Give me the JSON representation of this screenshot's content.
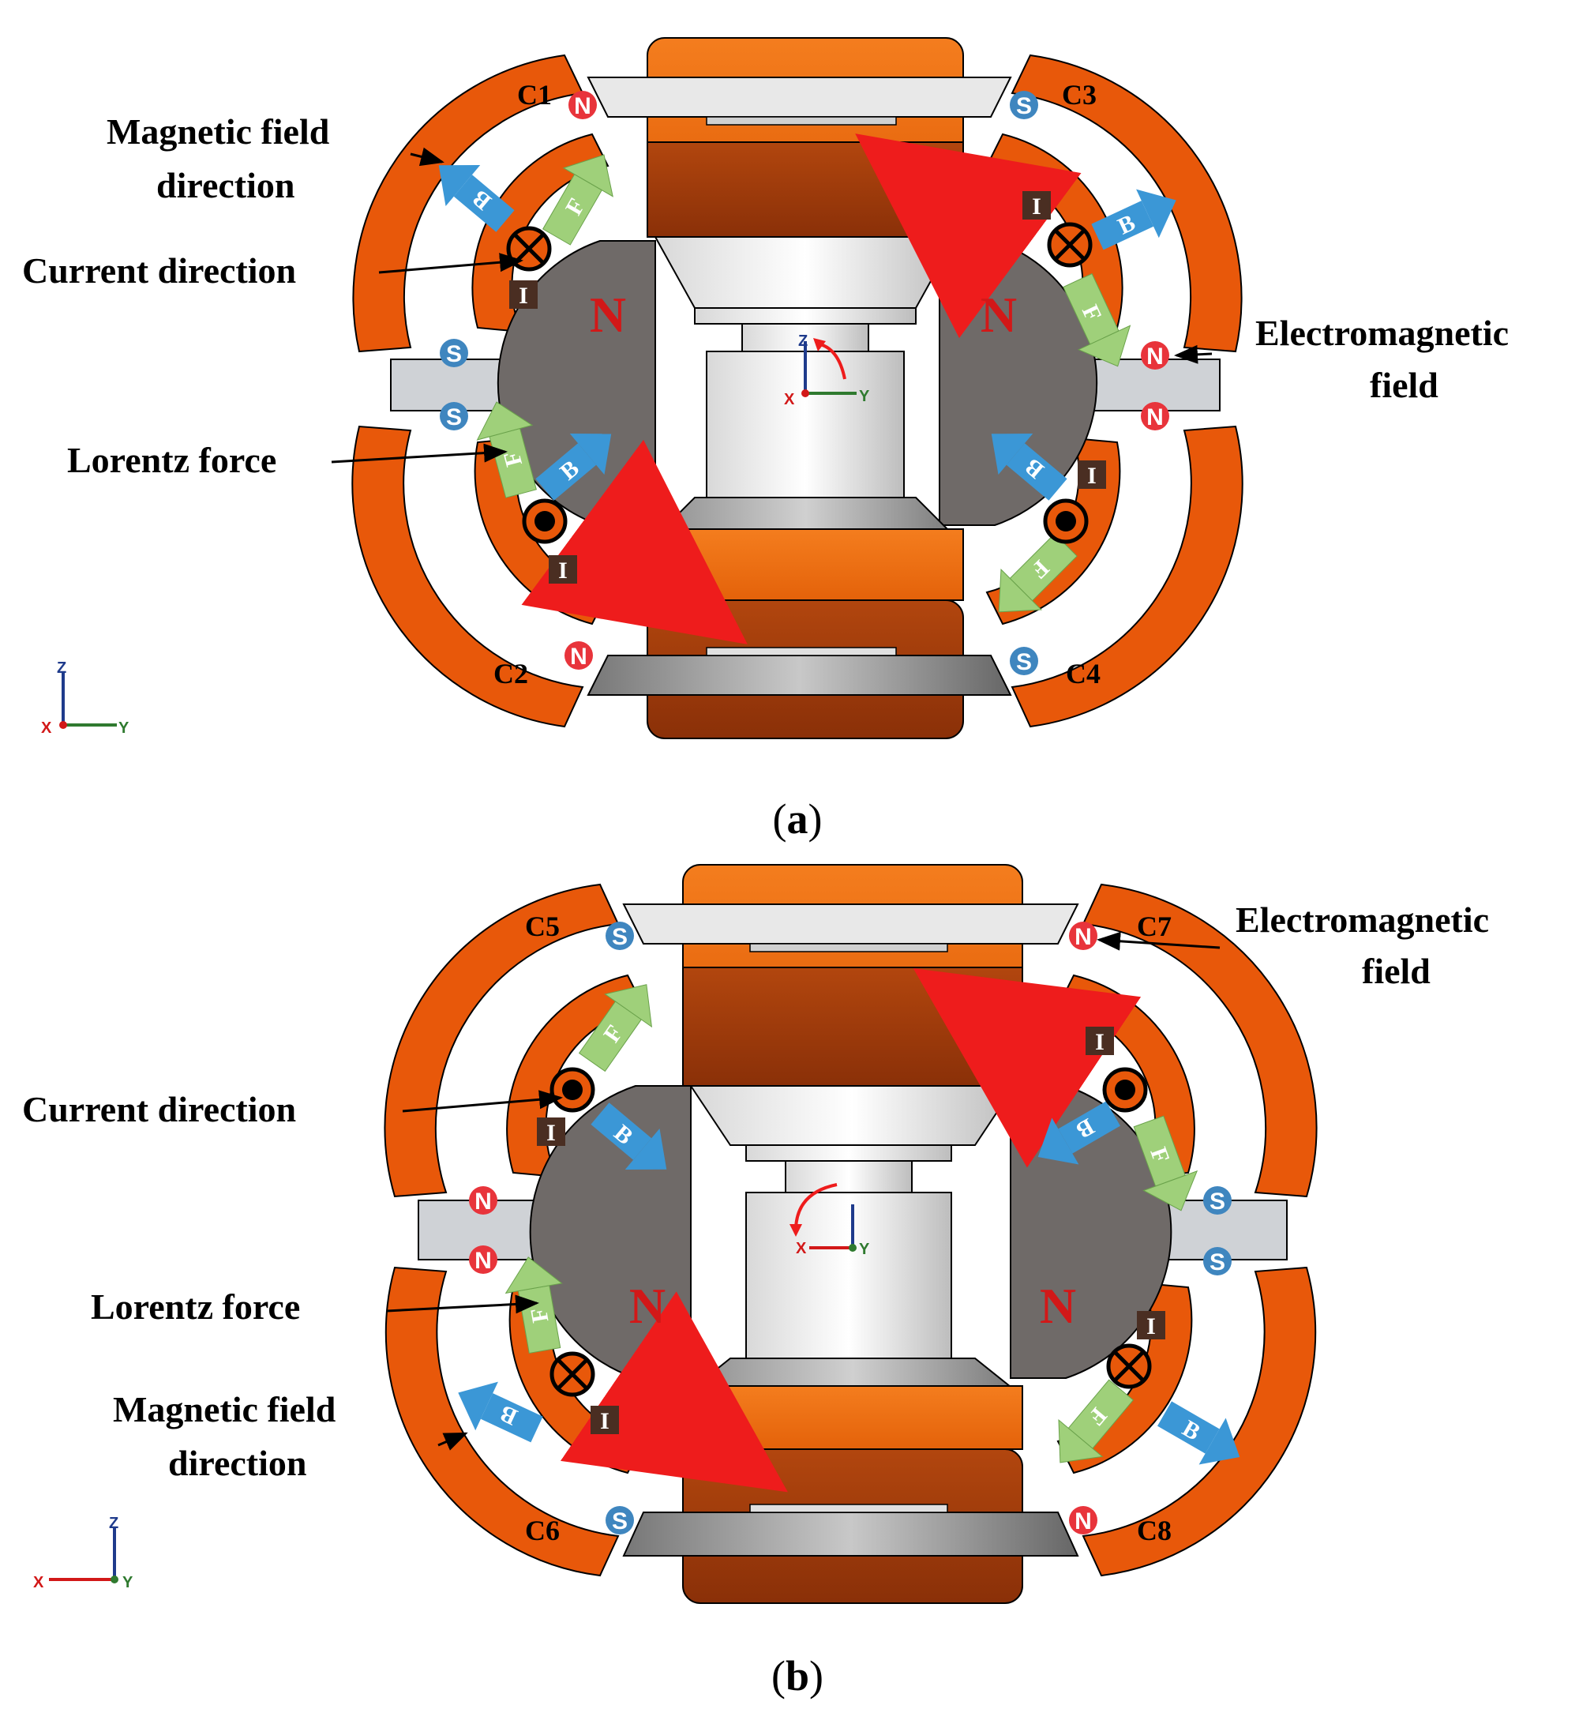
{
  "colors": {
    "coil_outer": "#e8580a",
    "coil_dark": "#a33a0a",
    "magnet": "#6f6a68",
    "lorentz_arrow": "#9fd07a",
    "field_arrow": "#3b97d6",
    "rotation_arrow": "#ee1c1c",
    "pole_N": "#e8343b",
    "pole_S": "#3f86bf"
  },
  "panel_a": {
    "caption_open": "(",
    "caption_letter": "a",
    "caption_close": ")",
    "coils": [
      "C1",
      "C2",
      "C3",
      "C4"
    ],
    "magnets": [
      "N",
      "N"
    ],
    "annotations": {
      "magnetic_field_1": "Magnetic field",
      "magnetic_field_2": "direction",
      "current_direction": "Current direction",
      "lorentz_force": "Lorentz force",
      "electromagnetic_1": "Electromagnetic",
      "electromagnetic_2": "field"
    },
    "poles": {
      "c1_top": "N",
      "left_upper": "S",
      "left_lower": "S",
      "c2_bottom": "N",
      "c3_top": "S",
      "right_upper": "N",
      "right_lower": "N",
      "c4_bottom": "S"
    },
    "arrow_labels": {
      "field": "B",
      "force": "F",
      "current": "I"
    },
    "axes_center": {
      "z": "Z",
      "x": "X",
      "y": "Y"
    },
    "axes_corner": {
      "z": "Z",
      "x": "X",
      "y": "Y"
    }
  },
  "panel_b": {
    "caption_open": "(",
    "caption_letter": "b",
    "caption_close": ")",
    "coils": [
      "C5",
      "C6",
      "C7",
      "C8"
    ],
    "magnets": [
      "N",
      "N"
    ],
    "annotations": {
      "electromagnetic_1": "Electromagnetic",
      "electromagnetic_2": "field",
      "current_direction": "Current direction",
      "lorentz_force": "Lorentz force",
      "magnetic_field_1": "Magnetic field",
      "magnetic_field_2": "direction"
    },
    "poles": {
      "c5_top": "S",
      "left_upper": "N",
      "left_lower": "N",
      "c6_bottom": "S",
      "c7_top": "N",
      "right_upper": "S",
      "right_lower": "S",
      "c8_bottom": "N"
    },
    "arrow_labels": {
      "field": "B",
      "force": "F",
      "current": "I"
    },
    "axes_center": {
      "x": "X",
      "y": "Y"
    },
    "axes_corner": {
      "z": "Z",
      "x": "X",
      "y": "Y"
    }
  }
}
